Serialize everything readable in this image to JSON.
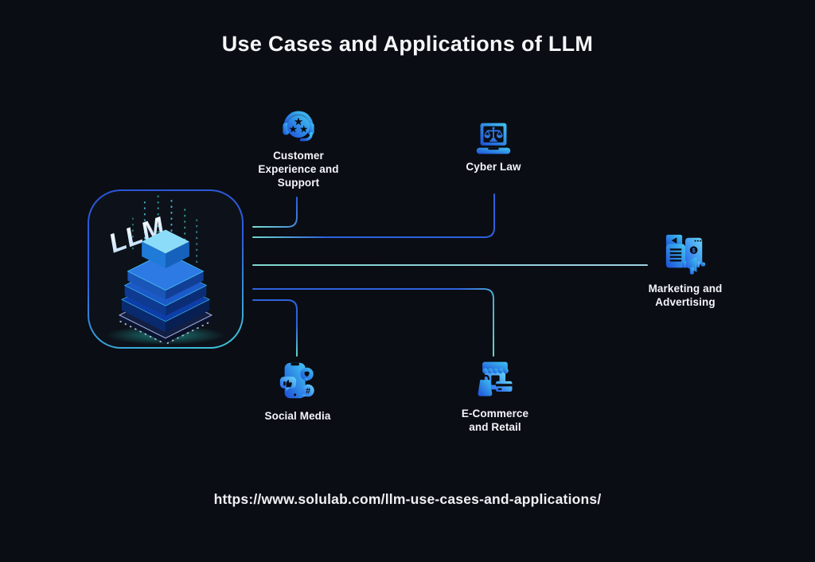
{
  "title": "Use Cases and Applications of LLM",
  "source_url": "https://www.solulab.com/llm-use-cases-and-applications/",
  "center": {
    "label": "LLM"
  },
  "nodes": [
    {
      "id": "customer-experience",
      "label": "Customer\nExperience and\nSupport",
      "icon": "headset-stars-icon"
    },
    {
      "id": "cyber-law",
      "label": "Cyber Law",
      "icon": "laptop-justice-scales-icon"
    },
    {
      "id": "marketing-advertising",
      "label": "Marketing and\nAdvertising",
      "icon": "megaphone-content-icon"
    },
    {
      "id": "social-media",
      "label": "Social Media",
      "icon": "phone-reactions-icon"
    },
    {
      "id": "ecommerce-retail",
      "label": "E-Commerce\nand Retail",
      "icon": "storefront-bag-card-icon"
    }
  ],
  "colors": {
    "background": "#0a0d14",
    "accent_blue": "#2e62dd",
    "accent_teal": "#6fd8cf",
    "icon_blue_dark": "#1d4ed8",
    "icon_blue_light": "#38bdf8",
    "text": "#f3f5f9"
  }
}
